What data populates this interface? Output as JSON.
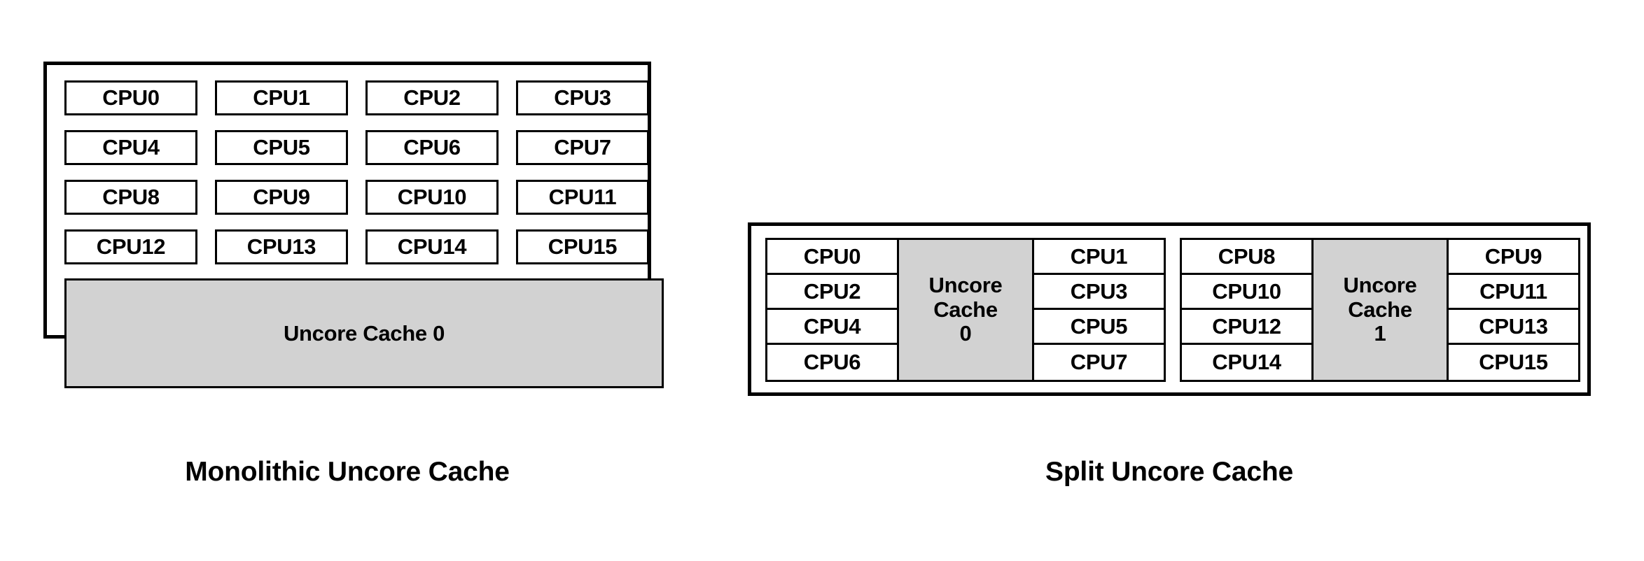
{
  "figures": {
    "monolithic": {
      "caption": "Monolithic Uncore Cache",
      "cpus": [
        "CPU0",
        "CPU1",
        "CPU2",
        "CPU3",
        "CPU4",
        "CPU5",
        "CPU6",
        "CPU7",
        "CPU8",
        "CPU9",
        "CPU10",
        "CPU11",
        "CPU12",
        "CPU13",
        "CPU14",
        "CPU15"
      ],
      "cache": {
        "label": "Uncore Cache 0",
        "fill": "#d2d2d2"
      }
    },
    "split": {
      "caption": "Split Uncore Cache",
      "groups": [
        {
          "left_cpus": [
            "CPU0",
            "CPU2",
            "CPU4",
            "CPU6"
          ],
          "cache": {
            "line1": "Uncore",
            "line2": "Cache",
            "line3": "0",
            "fill": "#d2d2d2"
          },
          "right_cpus": [
            "CPU1",
            "CPU3",
            "CPU5",
            "CPU7"
          ]
        },
        {
          "left_cpus": [
            "CPU8",
            "CPU10",
            "CPU12",
            "CPU14"
          ],
          "cache": {
            "line1": "Uncore",
            "line2": "Cache",
            "line3": "1",
            "fill": "#d2d2d2"
          },
          "right_cpus": [
            "CPU9",
            "CPU11",
            "CPU13",
            "CPU15"
          ]
        }
      ]
    }
  },
  "style": {
    "background": "#ffffff",
    "stroke": "#000000",
    "cache_fill": "#d2d2d2"
  }
}
